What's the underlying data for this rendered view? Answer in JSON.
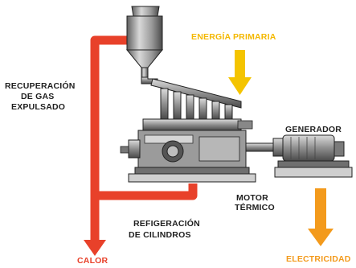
{
  "labels": {
    "energia_primaria": "ENERGÍA PRIMARIA",
    "recuperacion_line1": "RECUPERACIÓN",
    "recuperacion_line2": "DE GAS",
    "recuperacion_line3": "EXPULSADO",
    "generador": "GENERADOR",
    "motor_line1": "MOTOR",
    "motor_line2": "TÉRMICO",
    "refrigeracion_line1": "REFIGERACIÓN",
    "refrigeracion_line2": "DE CILINDROS",
    "calor": "CALOR",
    "electricidad": "ELECTRICIDAD"
  },
  "colors": {
    "heat_red": "#e8412a",
    "electricity_orange": "#f39a1c",
    "primary_energy_yellow": "#f4c400",
    "machine_gray": "#8c8c8c",
    "outline": "#222222"
  }
}
